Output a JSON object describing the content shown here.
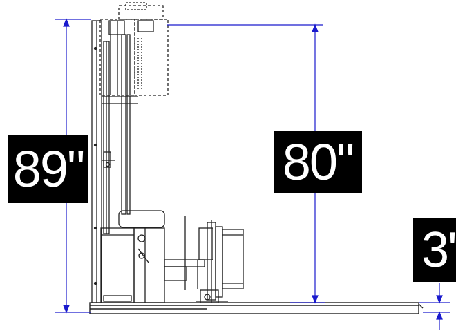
{
  "dimensions": {
    "overall_height": "89\"",
    "lift_height": "80\"",
    "base_height": "3'"
  },
  "colors": {
    "dimension_line": "#1a1acd",
    "outline": "#222222",
    "label_bg": "#000000",
    "label_text": "#ffffff"
  }
}
